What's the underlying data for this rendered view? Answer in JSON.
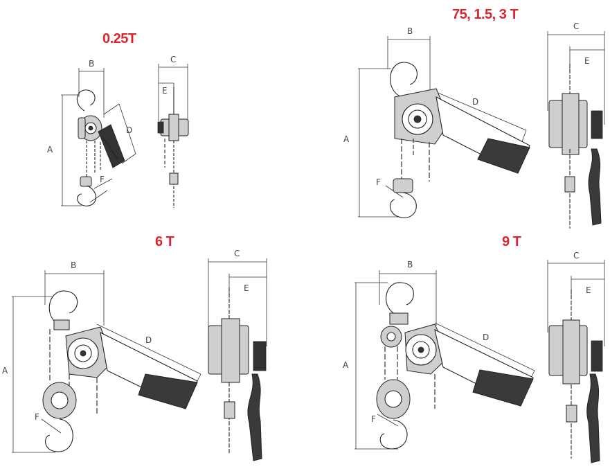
{
  "models": {
    "m025": {
      "title": "0.25T"
    },
    "m075": {
      "title": "75, 1.5, 3 T"
    },
    "m6": {
      "title": "6 T"
    },
    "m9": {
      "title": "9 T"
    }
  },
  "dimension_labels": {
    "a": "A",
    "b": "B",
    "c": "C",
    "d": "D",
    "e": "E",
    "f": "F"
  },
  "colors": {
    "title": "#d9262e",
    "line": "#222222"
  }
}
